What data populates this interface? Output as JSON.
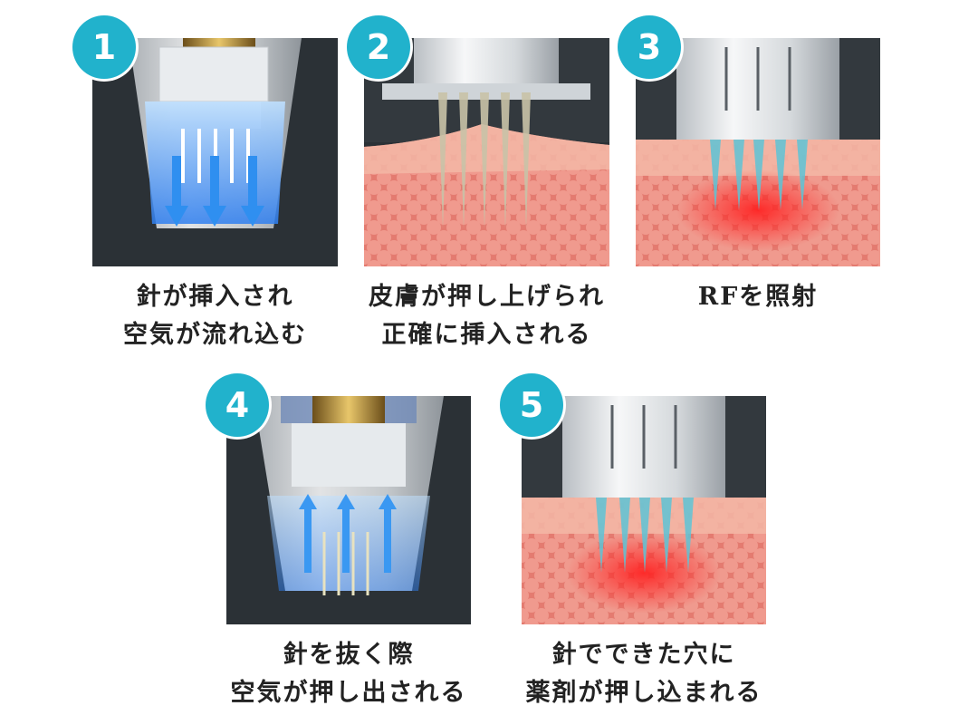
{
  "steps": [
    {
      "number": "1",
      "caption": [
        "針が挿入され",
        "空気が流れ込む"
      ]
    },
    {
      "number": "2",
      "caption": [
        "皮膚が押し上げられ",
        "正確に挿入される"
      ]
    },
    {
      "number": "3",
      "caption": [
        "RFを照射"
      ]
    },
    {
      "number": "4",
      "caption": [
        "針を抜く際",
        "空気が押し出される"
      ]
    },
    {
      "number": "5",
      "caption": [
        "針でできた穴に",
        "薬剤が押し込まれる"
      ]
    }
  ],
  "colors": {
    "badge": "#21b2cc",
    "skin": "#e8847a",
    "air": "#2f8ff0",
    "rf_glow": "#ff2a2a",
    "background": "#2b3136"
  },
  "icons": [
    "device-head-icon",
    "needle-icon",
    "air-arrow-icon",
    "skin-layer-icon"
  ]
}
